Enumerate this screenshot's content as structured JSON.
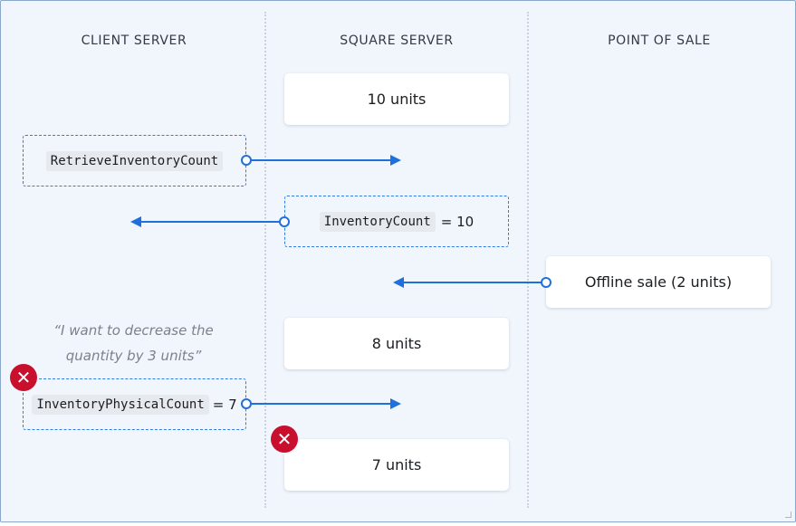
{
  "columns": {
    "client": "CLIENT SERVER",
    "square": "SQUARE SERVER",
    "pos": "POINT OF SALE"
  },
  "cards": {
    "c1": "10 units",
    "c2": "8 units",
    "c3": "7 units",
    "offline": "Offline sale (2 units)"
  },
  "calls": {
    "retrieve": "RetrieveInventoryCount",
    "count_label": "InventoryCount",
    "count_value": "= 10",
    "physical_label": "InventoryPhysicalCount",
    "physical_value": "= 7"
  },
  "quote": {
    "line1": "“I want to decrease the",
    "line2": "quantity by 3 units”"
  },
  "icons": {
    "error_glyph": "✕",
    "error_color": "#c8102e",
    "arrow_color": "#1f6fdc"
  }
}
